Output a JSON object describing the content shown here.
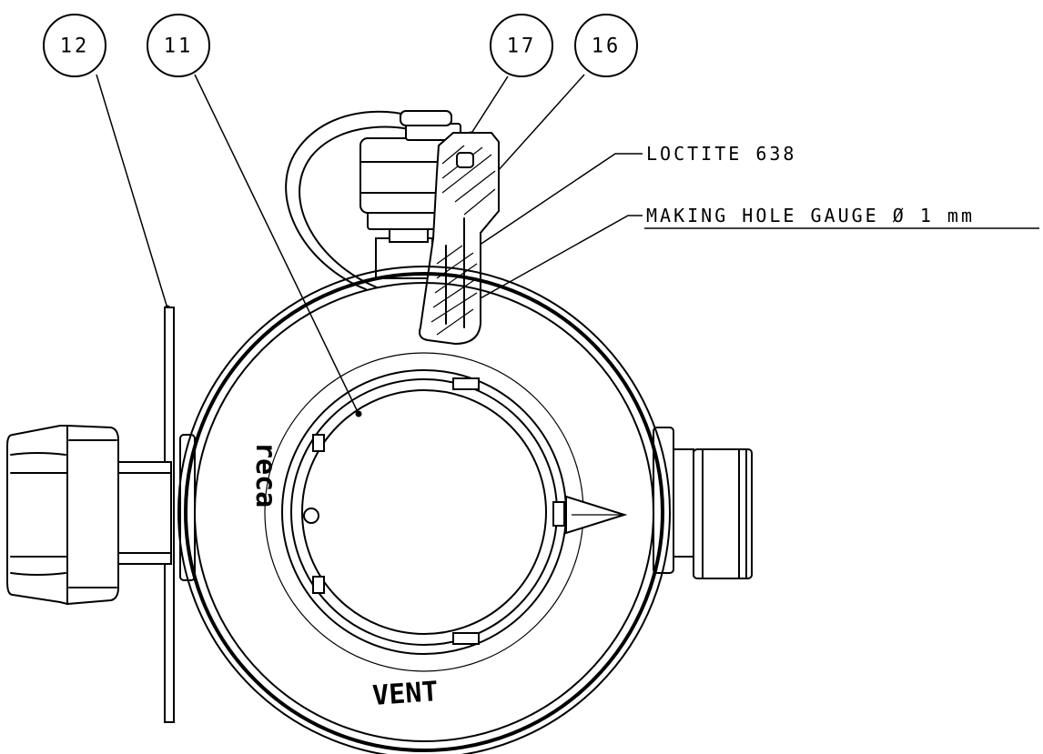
{
  "callouts": [
    {
      "id": "12"
    },
    {
      "id": "11"
    },
    {
      "id": "17"
    },
    {
      "id": "16"
    }
  ],
  "notes": {
    "sealant": "LOCTITE 638",
    "gauge": "MAKING HOLE GAUGE Ø 1 mm"
  },
  "embossing": {
    "logo": "reca",
    "vent": "VENT"
  }
}
